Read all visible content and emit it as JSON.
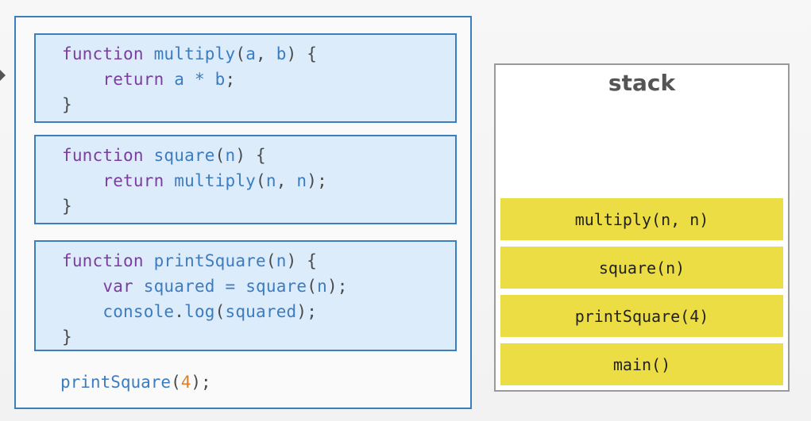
{
  "code": {
    "blocks": [
      {
        "lines": [
          [
            {
              "t": "function",
              "c": "kw"
            },
            {
              "t": " ",
              "c": "pn"
            },
            {
              "t": "multiply",
              "c": "id"
            },
            {
              "t": "(",
              "c": "pn"
            },
            {
              "t": "a",
              "c": "id"
            },
            {
              "t": ", ",
              "c": "pn"
            },
            {
              "t": "b",
              "c": "id"
            },
            {
              "t": ") {",
              "c": "pn"
            }
          ],
          [
            {
              "t": "    ",
              "c": "pn"
            },
            {
              "t": "return",
              "c": "kw"
            },
            {
              "t": " ",
              "c": "pn"
            },
            {
              "t": "a",
              "c": "id"
            },
            {
              "t": " * ",
              "c": "id"
            },
            {
              "t": "b",
              "c": "id"
            },
            {
              "t": ";",
              "c": "pn"
            }
          ],
          [
            {
              "t": "}",
              "c": "pn"
            }
          ]
        ]
      },
      {
        "lines": [
          [
            {
              "t": "function",
              "c": "kw"
            },
            {
              "t": " ",
              "c": "pn"
            },
            {
              "t": "square",
              "c": "id"
            },
            {
              "t": "(",
              "c": "pn"
            },
            {
              "t": "n",
              "c": "id"
            },
            {
              "t": ") {",
              "c": "pn"
            }
          ],
          [
            {
              "t": "    ",
              "c": "pn"
            },
            {
              "t": "return",
              "c": "kw"
            },
            {
              "t": " ",
              "c": "pn"
            },
            {
              "t": "multiply",
              "c": "id"
            },
            {
              "t": "(",
              "c": "pn"
            },
            {
              "t": "n",
              "c": "id"
            },
            {
              "t": ", ",
              "c": "pn"
            },
            {
              "t": "n",
              "c": "id"
            },
            {
              "t": ");",
              "c": "pn"
            }
          ],
          [
            {
              "t": "}",
              "c": "pn"
            }
          ]
        ]
      },
      {
        "lines": [
          [
            {
              "t": "function",
              "c": "kw"
            },
            {
              "t": " ",
              "c": "pn"
            },
            {
              "t": "printSquare",
              "c": "id"
            },
            {
              "t": "(",
              "c": "pn"
            },
            {
              "t": "n",
              "c": "id"
            },
            {
              "t": ") {",
              "c": "pn"
            }
          ],
          [
            {
              "t": "    ",
              "c": "pn"
            },
            {
              "t": "var",
              "c": "kw"
            },
            {
              "t": " ",
              "c": "pn"
            },
            {
              "t": "squared",
              "c": "id"
            },
            {
              "t": " = ",
              "c": "id"
            },
            {
              "t": "square",
              "c": "id"
            },
            {
              "t": "(",
              "c": "pn"
            },
            {
              "t": "n",
              "c": "id"
            },
            {
              "t": ");",
              "c": "pn"
            }
          ],
          [
            {
              "t": "    ",
              "c": "pn"
            },
            {
              "t": "console",
              "c": "id"
            },
            {
              "t": ".",
              "c": "pn"
            },
            {
              "t": "log",
              "c": "id"
            },
            {
              "t": "(",
              "c": "pn"
            },
            {
              "t": "squared",
              "c": "id"
            },
            {
              "t": ");",
              "c": "pn"
            }
          ],
          [
            {
              "t": "}",
              "c": "pn"
            }
          ]
        ]
      }
    ],
    "call_line": [
      {
        "t": "printSquare",
        "c": "id"
      },
      {
        "t": "(",
        "c": "pn"
      },
      {
        "t": "4",
        "c": "num"
      },
      {
        "t": ");",
        "c": "pn"
      }
    ]
  },
  "stack": {
    "title": "stack",
    "frames": [
      "multiply(n, n)",
      "square(n)",
      "printSquare(4)",
      "main()"
    ]
  },
  "colors": {
    "keyword": "#7a3e9d",
    "identifier": "#3c7cbf",
    "punctuation": "#4a4a4a",
    "number": "#d9822b",
    "block_border": "#3b7fbe",
    "block_fill": "#dcecfb",
    "stack_frame": "#ecdd45",
    "stack_border": "#9a9a9a"
  },
  "icons": {
    "current_line_marker": "arrow-right-icon"
  }
}
